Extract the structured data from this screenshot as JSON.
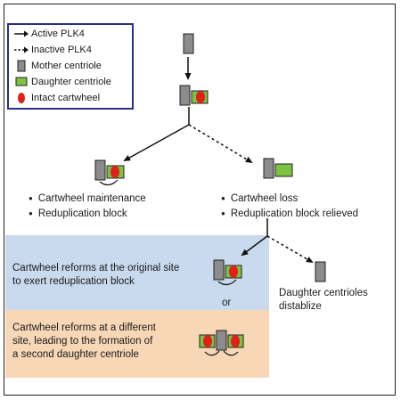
{
  "legend": {
    "active_plk4": "Active PLK4",
    "inactive_plk4": "Inactive PLK4",
    "mother_centriole": "Mother centriole",
    "daughter_centriole": "Daughter centriole",
    "intact_cartwheel": "Intact cartwheel"
  },
  "left_branch": {
    "bullet1": "Cartwheel maintenance",
    "bullet2": "Reduplication block"
  },
  "right_branch": {
    "bullet1": "Cartwheel loss",
    "bullet2": "Reduplication block relieved"
  },
  "outcome_blue": {
    "line1": "Cartwheel reforms at the original site",
    "line2": "to exert reduplication block"
  },
  "or_label": "or",
  "outcome_peach": {
    "line1": "Cartwheel reforms at a different",
    "line2": "site, leading to the formation of",
    "line3": "a second daughter centriole"
  },
  "destabilize": {
    "line1": "Daughter centrioles",
    "line2": "distablize"
  },
  "colors": {
    "mother": "#8c8c8c",
    "daughter": "#7dc242",
    "cartwheel": "#e0201b",
    "legend_border": "#2b2f86",
    "panel_blue": "#c9d9ee",
    "panel_peach": "#f7d7b6"
  }
}
